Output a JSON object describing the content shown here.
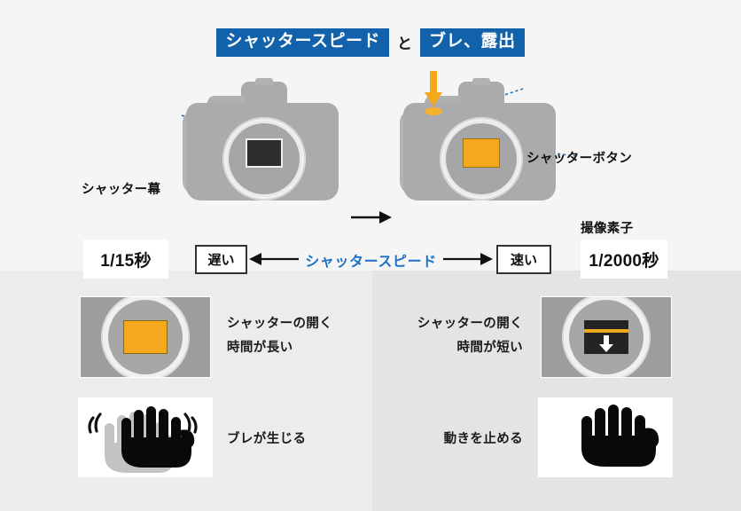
{
  "title": {
    "chip1": "シャッタースピード",
    "conjunction": "と",
    "chip2": "ブレ、露出",
    "chip_bg": "#1161ab",
    "chip_color": "#ffffff"
  },
  "diagram": {
    "left_camera": {
      "label": "シャッター幕",
      "sensor_state": "closed",
      "sensor_color": "#2b2d2e"
    },
    "right_camera": {
      "label_button": "シャッターボタン",
      "label_sensor": "撮像素子",
      "sensor_state": "open",
      "sensor_color": "#f5a81c",
      "press_arrow_color": "#f5a81c"
    },
    "transition_arrow": "arrow-right-icon"
  },
  "scale": {
    "left_time": "1/15秒",
    "right_time": "1/2000秒",
    "slow_label": "遅い",
    "fast_label": "速い",
    "axis_label": "シャッタースピード",
    "axis_label_color": "#1a72c4",
    "left_arrow": "arrow-left-icon",
    "right_arrow": "arrow-right-icon"
  },
  "comparison": {
    "slow_side": {
      "shutter_caption_line1": "シャッターの開く",
      "shutter_caption_line2": "時間が長い",
      "blur_caption": "ブレが生じる",
      "shutter_image": "camera-front-shutter-open-icon",
      "hand_image": "blurred-hand-icon"
    },
    "fast_side": {
      "shutter_caption_line1": "シャッターの開く",
      "shutter_caption_line2": "時間が短い",
      "blur_caption": "動きを止める",
      "shutter_image": "camera-front-shutter-slit-icon",
      "hand_image": "sharp-hand-icon"
    }
  },
  "colors": {
    "background_top": "#f5f5f5",
    "panel_left": "#ececee",
    "panel_right": "#e2e4e6",
    "accent_blue": "#1161ab",
    "accent_orange": "#f5a81c",
    "camera_gray": "#a9abad"
  }
}
